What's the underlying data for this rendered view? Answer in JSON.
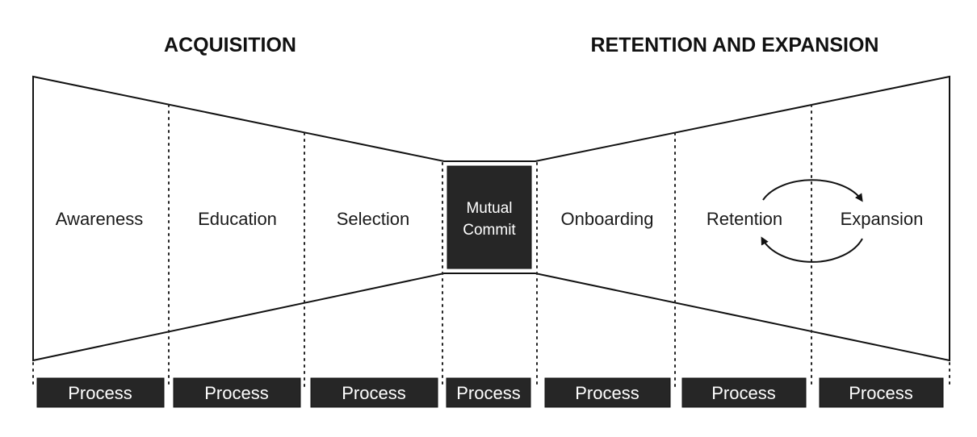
{
  "sections": {
    "acquisition": "ACQUISITION",
    "retention_expansion": "RETENTION AND EXPANSION"
  },
  "stages": [
    {
      "label": "Awareness"
    },
    {
      "label": "Education"
    },
    {
      "label": "Selection"
    },
    {
      "label_lines": [
        "Mutual",
        "Commit"
      ]
    },
    {
      "label": "Onboarding"
    },
    {
      "label": "Retention"
    },
    {
      "label": "Expansion"
    }
  ],
  "process_labels": [
    "Process",
    "Process",
    "Process",
    "Process",
    "Process",
    "Process",
    "Process"
  ],
  "colors": {
    "process_fill": "#262626",
    "commit_fill": "#262626",
    "outline": "#111111"
  }
}
